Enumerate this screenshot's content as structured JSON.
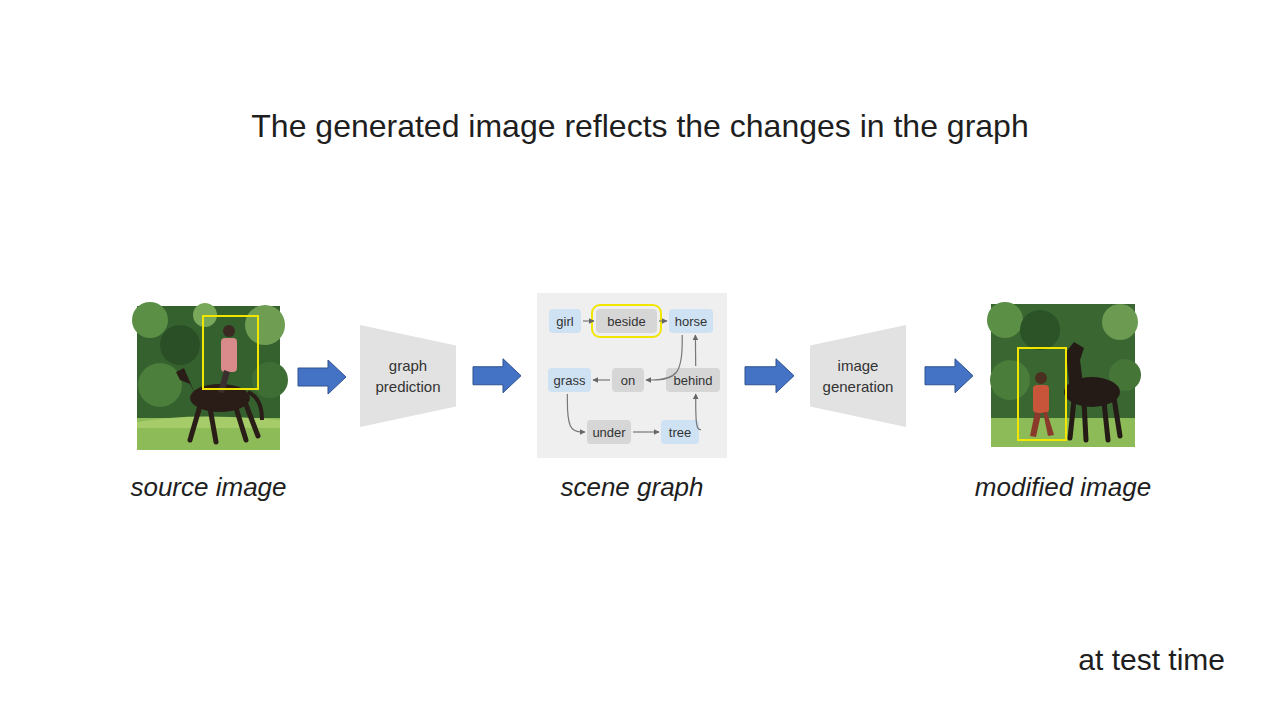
{
  "diagram": {
    "title": "The generated image reflects the changes in the graph",
    "nodes": [
      {
        "text": [
          "source image"
        ]
      },
      {
        "text": [
          "graph prediction"
        ]
      },
      {
        "text": [
          "scene graph"
        ]
      },
      {
        "text": [
          "girl"
        ],
        "in": 2
      },
      {
        "text": [
          "beside"
        ],
        "in": 2
      },
      {
        "text": [
          "horse"
        ],
        "in": 2
      },
      {
        "text": [
          "grass"
        ],
        "in": 2
      },
      {
        "text": [
          "on"
        ],
        "in": 2
      },
      {
        "text": [
          "behind"
        ],
        "in": 2
      },
      {
        "text": [
          "under"
        ],
        "in": 2
      },
      {
        "text": [
          "tree"
        ],
        "in": 2
      },
      {
        "text": [
          "image generation"
        ]
      },
      {
        "text": [
          "modified image"
        ]
      }
    ],
    "edges": [
      {
        "from": 0,
        "to": 1,
        "arrow": "to"
      },
      {
        "from": 1,
        "to": 2,
        "arrow": "to"
      },
      {
        "from": 2,
        "to": 11,
        "arrow": "to"
      },
      {
        "from": 11,
        "to": 12,
        "arrow": "to"
      },
      {
        "from": 3,
        "to": 4,
        "arrow": "to"
      },
      {
        "from": 4,
        "to": 5,
        "arrow": "to"
      },
      {
        "from": 5,
        "to": 7,
        "arrow": "to"
      },
      {
        "from": 7,
        "to": 6,
        "arrow": "to"
      },
      {
        "from": 8,
        "to": 5,
        "arrow": "to"
      },
      {
        "from": 6,
        "to": 9,
        "arrow": "to"
      },
      {
        "from": 9,
        "to": 10,
        "arrow": "to"
      },
      {
        "from": 10,
        "to": 8,
        "arrow": "to"
      }
    ],
    "labels": [
      "at test time"
    ]
  }
}
